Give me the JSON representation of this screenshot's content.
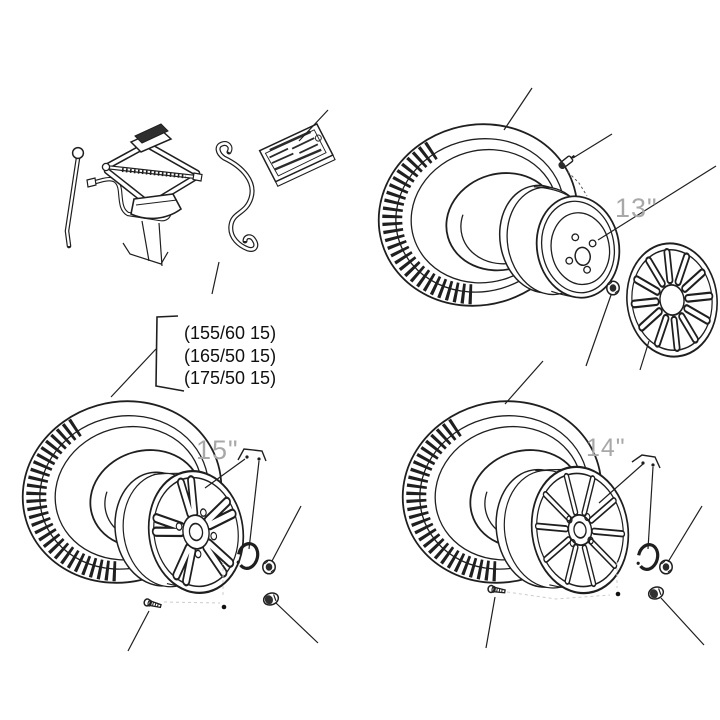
{
  "diagram": {
    "background": "#ffffff",
    "line_color": "#1f1f1f",
    "size_label_color": "#a8a8a8",
    "wheel_size_labels": {
      "steel_wheel": "13\"",
      "alloy_wheel_15": "15\"",
      "alloy_wheel_14": "14\""
    },
    "tire_size_note": {
      "line1": "(155/60 15)",
      "line2": "(165/50 15)",
      "line3": "(175/50 15)"
    }
  }
}
